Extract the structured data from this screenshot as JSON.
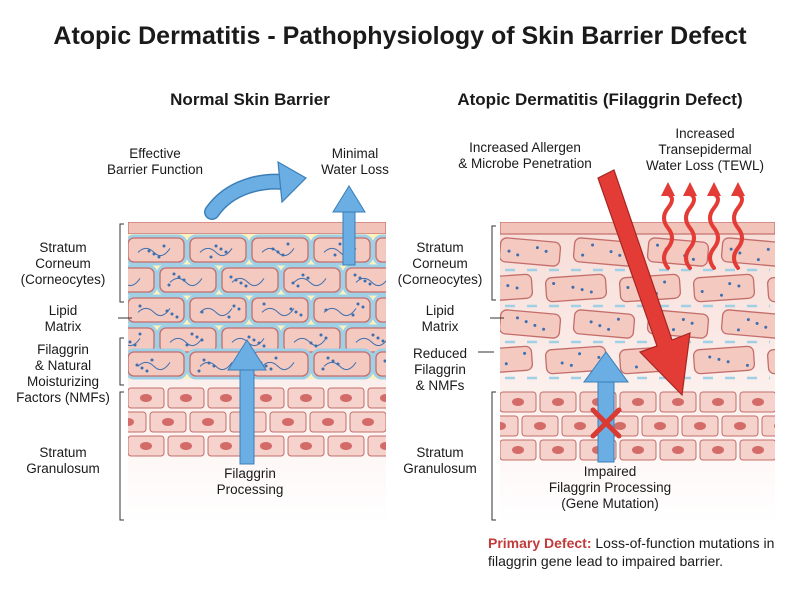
{
  "title": "Atopic Dermatitis - Pathophysiology of Skin Barrier Defect",
  "normal": {
    "heading": "Normal Skin Barrier",
    "effective_barrier": "Effective\nBarrier Function",
    "minimal_water_loss": "Minimal\nWater Loss",
    "filaggrin_processing": "Filaggrin\nProcessing"
  },
  "atopic": {
    "heading": "Atopic Dermatitis (Filaggrin Defect)",
    "allergen_penetration": "Increased Allergen\n& Microbe Penetration",
    "tewl": "Increased\nTransepidermal\nWater Loss (TEWL)",
    "reduced_filaggrin": "Reduced\nFilaggrin\n& NMFs",
    "impaired_processing": "Impaired\nFilaggrin Processing\n(Gene Mutation)"
  },
  "layers_left": {
    "stratum_corneum": "Stratum\nCorneum\n(Corneocytes)",
    "lipid_matrix": "Lipid\nMatrix",
    "filaggrin_nmf": "Filaggrin\n& Natural\nMoisturizing\nFactors (NMFs)",
    "stratum_granulosum": "Stratum\nGranulosum"
  },
  "layers_right": {
    "stratum_corneum": "Stratum\nCorneum\n(Corneocytes)",
    "lipid_matrix": "Lipid\nMatrix",
    "stratum_granulosum": "Stratum\nGranulosum"
  },
  "primary_defect": {
    "lead": "Primary Defect:",
    "text": " Loss-of-function mutations in filaggrin gene lead to impaired barrier."
  },
  "colors": {
    "cell_fill": "#f3c9c0",
    "cell_stroke": "#c46d6a",
    "lipid": "#9fd0e6",
    "nmf": "#f7ec9c",
    "granular": "#f5d3cc",
    "blue_arrow": "#6aaee3",
    "red_arrow": "#e33c36"
  }
}
